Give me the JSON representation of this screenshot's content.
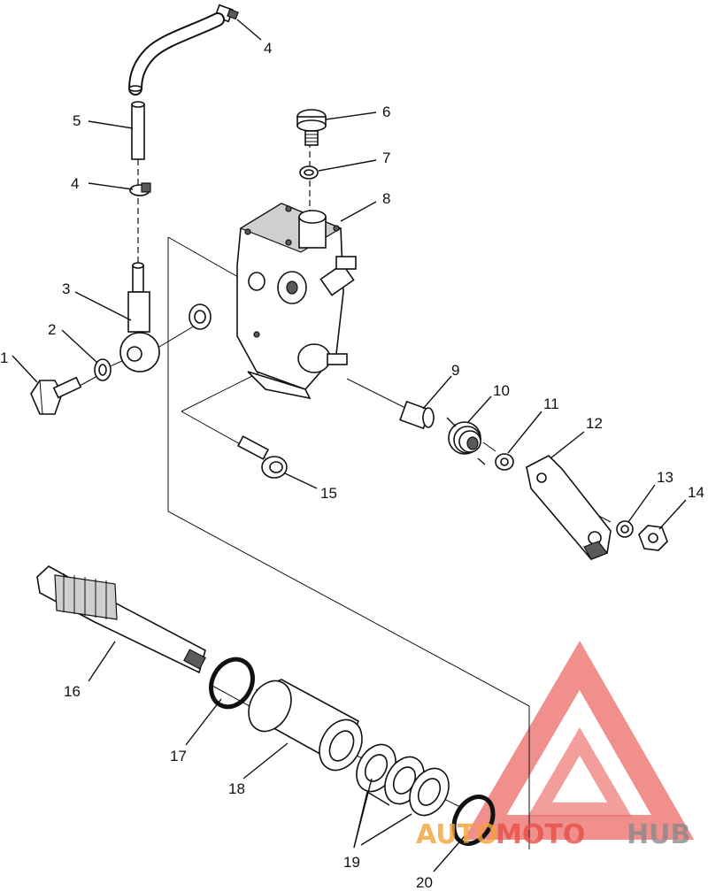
{
  "parts": [
    {
      "id": "1",
      "label": "1"
    },
    {
      "id": "2",
      "label": "2"
    },
    {
      "id": "3",
      "label": "3"
    },
    {
      "id": "4a",
      "label": "4"
    },
    {
      "id": "4b",
      "label": "4"
    },
    {
      "id": "5",
      "label": "5"
    },
    {
      "id": "6",
      "label": "6"
    },
    {
      "id": "7",
      "label": "7"
    },
    {
      "id": "8",
      "label": "8"
    },
    {
      "id": "9",
      "label": "9"
    },
    {
      "id": "10",
      "label": "10"
    },
    {
      "id": "11",
      "label": "11"
    },
    {
      "id": "12",
      "label": "12"
    },
    {
      "id": "13",
      "label": "13"
    },
    {
      "id": "14",
      "label": "14"
    },
    {
      "id": "15",
      "label": "15"
    },
    {
      "id": "16",
      "label": "16"
    },
    {
      "id": "17",
      "label": "17"
    },
    {
      "id": "18",
      "label": "18"
    },
    {
      "id": "19",
      "label": "19"
    },
    {
      "id": "20",
      "label": "20"
    }
  ],
  "watermark": {
    "part1": "AUTO",
    "part2": "MOTO",
    "part3": "HUB",
    "color_red": "#e8504a",
    "color_orange": "#f4a23a",
    "color_gray": "#8a8a8a"
  }
}
